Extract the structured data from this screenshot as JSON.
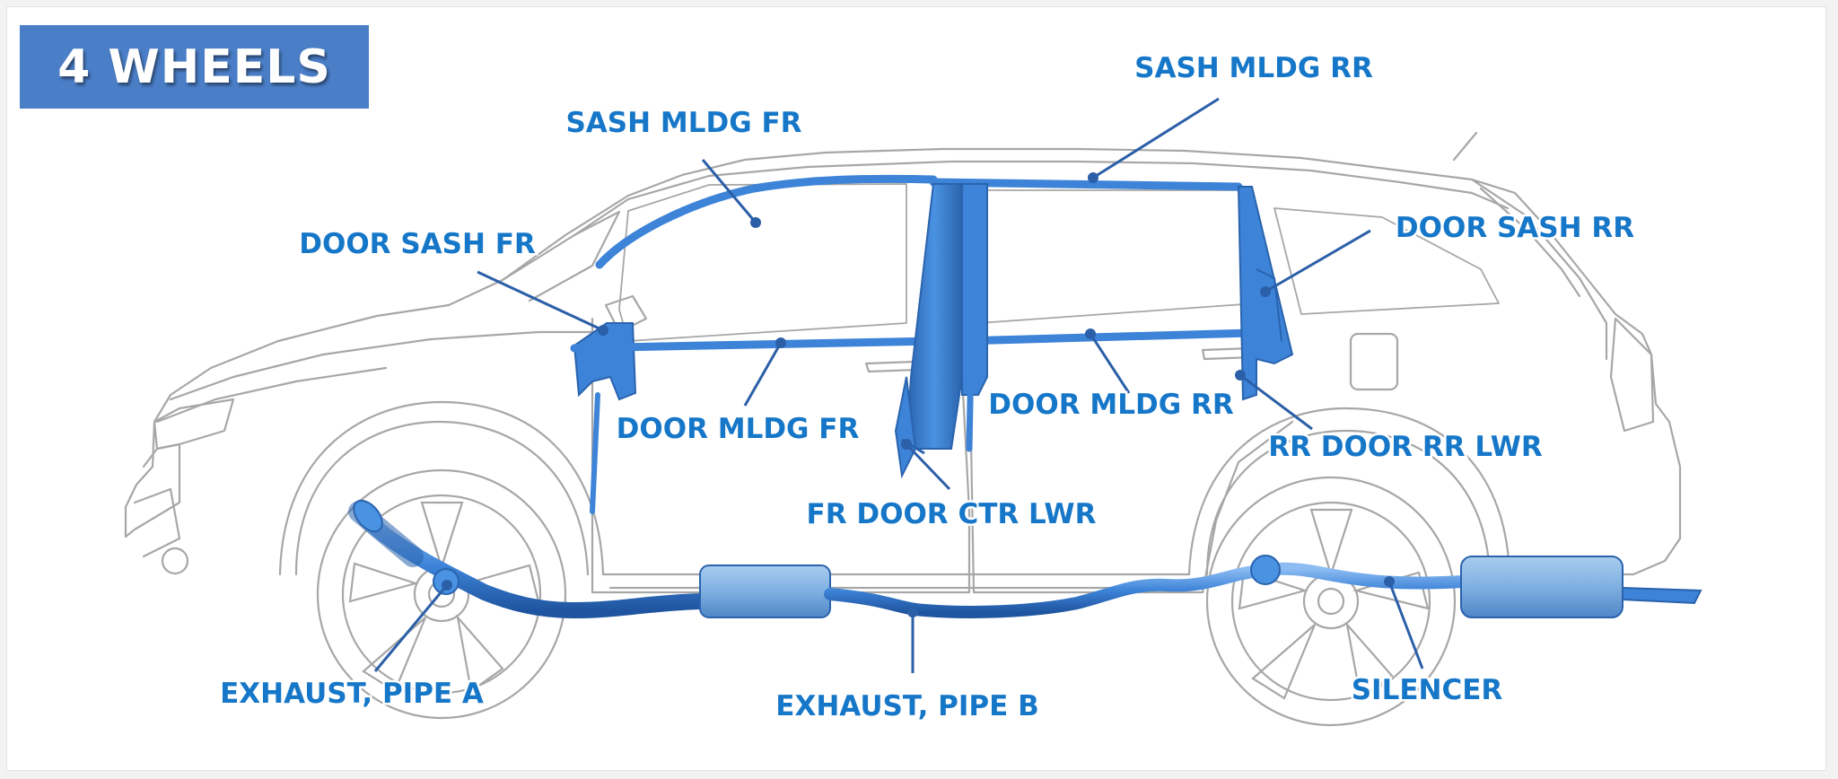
{
  "badge": {
    "title": "4 WHEELS"
  },
  "colors": {
    "label": "#1677c8",
    "badge": "#4a7ec7",
    "part": "#3d83d8",
    "part_dark": "#2a63ad",
    "outline": "#a7a7a7"
  },
  "labels": {
    "sash_mldg_fr": "SASH MLDG FR",
    "sash_mldg_rr": "SASH MLDG RR",
    "door_sash_fr": "DOOR SASH FR",
    "door_sash_rr": "DOOR SASH RR",
    "door_mldg_fr": "DOOR MLDG FR",
    "door_mldg_rr": "DOOR MLDG RR",
    "rr_door_rr_lwr": "RR DOOR RR LWR",
    "fr_door_ctr_lwr": "FR DOOR CTR LWR",
    "exhaust_pipe_a": "EXHAUST, PIPE A",
    "exhaust_pipe_b": "EXHAUST, PIPE B",
    "silencer": "SILENCER"
  }
}
